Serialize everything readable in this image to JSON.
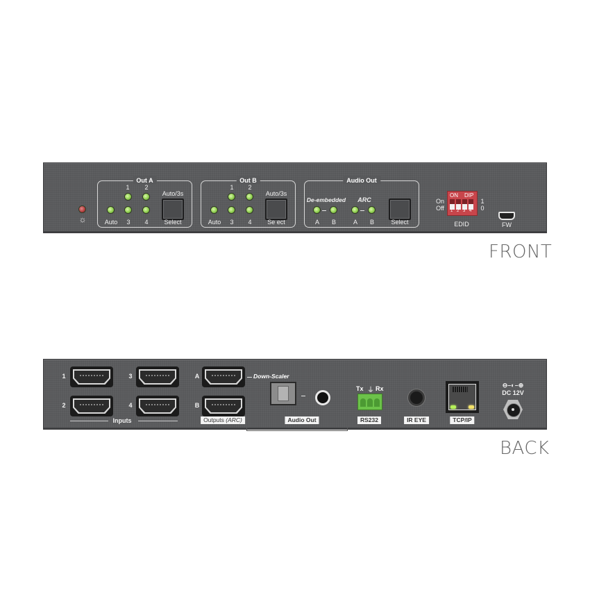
{
  "front": {
    "view_label": "FRONT",
    "power": {
      "icon": "sun-icon",
      "symbol": "☼",
      "led_color": "#b03a3a"
    },
    "out_a": {
      "title": "Out A",
      "leds": [
        "1",
        "2",
        "Auto",
        "3",
        "4"
      ],
      "button_top_label": "Auto/3s",
      "button_bottom_label": "Select"
    },
    "out_b": {
      "title": "Out B",
      "leds": [
        "1",
        "2",
        "Auto",
        "3",
        "4"
      ],
      "button_top_label": "Auto/3s",
      "button_bottom_label": "Se ect"
    },
    "audio_out": {
      "title": "Audio Out",
      "de_embedded_label": "De-embedded",
      "arc_label": "ARC",
      "de_embedded_leds": [
        "A",
        "B"
      ],
      "arc_leds": [
        "A",
        "B"
      ],
      "button_bottom_label": "Select"
    },
    "edid": {
      "label": "EDID",
      "on_label": "On",
      "off_label": "Off",
      "one_label": "1",
      "zero_label": "0",
      "dip_on": "ON",
      "dip_brand": "DIP",
      "switches": [
        "1",
        "2",
        "3",
        "4"
      ],
      "color": "#c8454b"
    },
    "fw": {
      "label": "FW"
    }
  },
  "back": {
    "view_label": "BACK",
    "inputs": {
      "label": "Inputs",
      "ports": [
        "1",
        "2",
        "3",
        "4"
      ]
    },
    "outputs": {
      "label": "Outputs",
      "label_suffix": "(ARC)",
      "ports": [
        "A",
        "B"
      ],
      "down_scaler_label": "Down-Scaler"
    },
    "audio_out": {
      "label": "Audio Out"
    },
    "rs232": {
      "label": "RS232",
      "tx": "Tx",
      "rx": "Rx",
      "ground_symbol": "⏚"
    },
    "ir_eye": {
      "label": "IR EYE"
    },
    "tcpip": {
      "label": "TCP/IP"
    },
    "dc": {
      "polarity": "⊖–◐–⊕",
      "label": "DC 12V"
    }
  },
  "colors": {
    "chassis": "#58595b",
    "led_green": "#8fcf4f",
    "terminal_green": "#6cc24a"
  }
}
